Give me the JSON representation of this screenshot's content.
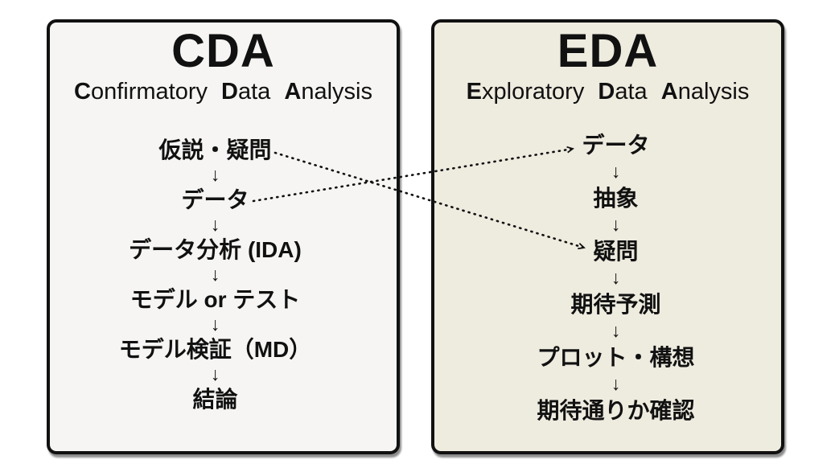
{
  "figure": {
    "type": "comparison-flow-diagram",
    "description_visible": false
  },
  "colors": {
    "cda_panel_bg": "#f6f5f3",
    "eda_panel_bg": "#eeebdf",
    "panel_border": "#111111",
    "text": "#111111",
    "connector": "#111111"
  },
  "arrow_down": "↓",
  "panels": [
    {
      "id": "cda",
      "title": "CDA",
      "subtitle_words": [
        {
          "initial": "C",
          "rest": "onfirmatory"
        },
        {
          "initial": "D",
          "rest": "ata"
        },
        {
          "initial": "A",
          "rest": "nalysis"
        }
      ],
      "steps": [
        "仮説・疑問",
        "データ",
        "データ分析 (IDA)",
        "モデル or テスト",
        "モデル検証（MD）",
        "結論"
      ]
    },
    {
      "id": "eda",
      "title": "EDA",
      "subtitle_words": [
        {
          "initial": "E",
          "rest": "xploratory"
        },
        {
          "initial": "D",
          "rest": "ata"
        },
        {
          "initial": "A",
          "rest": "nalysis"
        }
      ],
      "steps": [
        "データ",
        "抽象",
        "疑問",
        "期待予測",
        "プロット・構想",
        "期待通りか確認"
      ]
    }
  ],
  "connectors": [
    {
      "from": "CDA:仮説・疑問",
      "to": "EDA:疑問",
      "style": "dotted-arrow"
    },
    {
      "from": "CDA:データ",
      "to": "EDA:データ",
      "style": "dotted-arrow"
    }
  ]
}
